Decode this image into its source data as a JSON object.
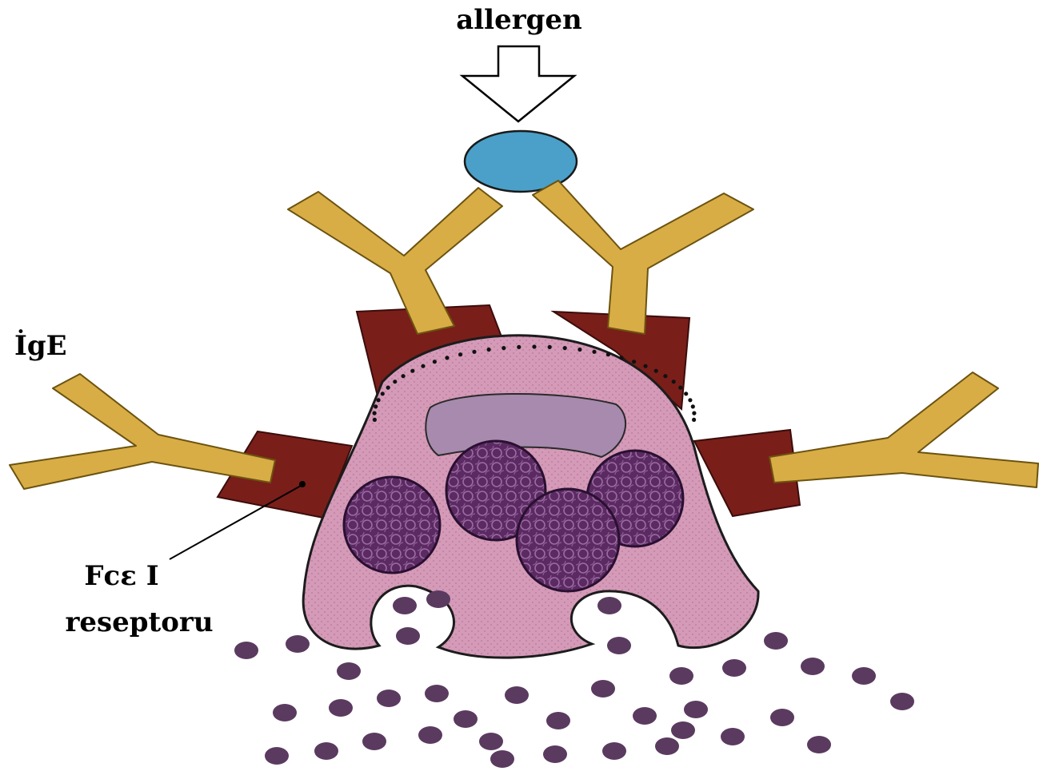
{
  "labels": {
    "allergen": "allergen",
    "ige": "İgE",
    "receptor_line1": "Fcε I",
    "receptor_line2": "reseptoru"
  },
  "colors": {
    "antibody": "#d9ad45",
    "antibody_stroke": "#6b5310",
    "receptor": "#7a1e1a",
    "cell": "#d49ab8",
    "cell_outline": "#1c1c1c",
    "nucleus": "#a78aae",
    "granule": "#5b2a63",
    "granule_pattern": "#9a6aa0",
    "released_granule": "#5b3a60",
    "allergen": "#4aa0c8",
    "arrow_fill": "#ffffff"
  },
  "icons": {
    "arrow": "down-arrow-icon",
    "allergen": "allergen-circle",
    "antibody": "y-shaped-antibody",
    "receptor": "receptor-block"
  }
}
